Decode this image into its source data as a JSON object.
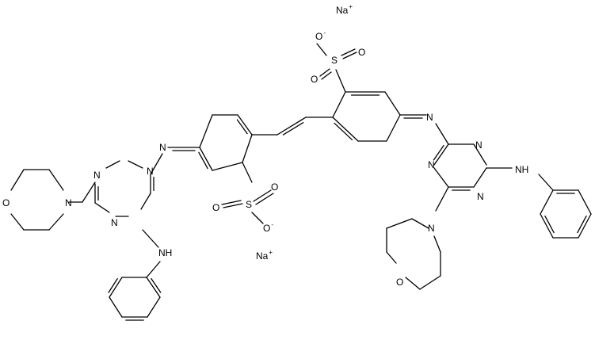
{
  "molecule": {
    "counterions": {
      "sodium_1": "Na",
      "sodium_2": "Na",
      "charge_plus": "+"
    },
    "charge_minus": "-",
    "atom_labels": {
      "oxygen": "O",
      "sulfur": "S",
      "nitrogen": "N",
      "amine": "NH"
    }
  }
}
